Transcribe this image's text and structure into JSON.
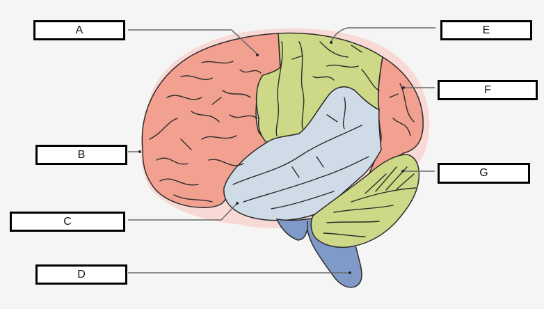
{
  "diagram": {
    "subject": "Lateral view of the human brain",
    "colors": {
      "background": "#f5f5f5",
      "frontal_lobe": "#f2a090",
      "parietal_lobe": "#cdd986",
      "temporal_lobe": "#cfdbe6",
      "occipital_lobe": "#f2a090",
      "cerebellum": "#cdd986",
      "brainstem": "#7f9ac8",
      "halo": "#f9d6d2",
      "outline": "#2b2b2b",
      "leader_line": "#6a6a6a"
    },
    "labels": [
      {
        "id": "A",
        "text": "A"
      },
      {
        "id": "B",
        "text": "B"
      },
      {
        "id": "C",
        "text": "C"
      },
      {
        "id": "D",
        "text": "D"
      },
      {
        "id": "E",
        "text": "E"
      },
      {
        "id": "F",
        "text": "F"
      },
      {
        "id": "G",
        "text": "G"
      }
    ]
  }
}
